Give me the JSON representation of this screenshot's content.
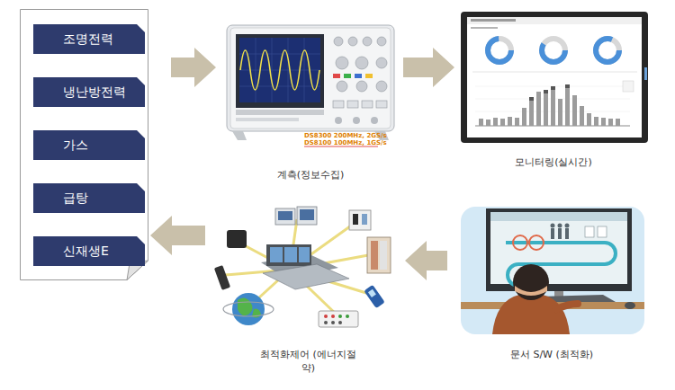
{
  "diagram": {
    "nodes": [
      {
        "text": []
      },
      {
        "text": [
          "조명전력"
        ],
        "in": 0
      },
      {
        "text": [
          "냉난방전력"
        ],
        "in": 0
      },
      {
        "text": [
          "가스"
        ],
        "in": 0
      },
      {
        "text": [
          "급탕"
        ],
        "in": 0
      },
      {
        "text": [
          "신재생E"
        ],
        "in": 0
      },
      {
        "text": [
          "계측(정보수집)"
        ]
      },
      {
        "text": [
          "모니터링(실시간)"
        ]
      },
      {
        "text": [
          "문서 S/W (최적화)"
        ]
      },
      {
        "text": [
          "최적화제어 (에너지절약)"
        ]
      }
    ],
    "edges": [
      {
        "from": 0,
        "to": 6,
        "arrow": "to"
      },
      {
        "from": 6,
        "to": 7,
        "arrow": "to"
      },
      {
        "from": 8,
        "to": 9,
        "arrow": "to"
      },
      {
        "from": 9,
        "to": 0,
        "arrow": "to"
      }
    ],
    "labels": [
      "DS8300 200MHz, 2GS/s",
      "DS8100 100MHz, 1GS/s"
    ]
  }
}
